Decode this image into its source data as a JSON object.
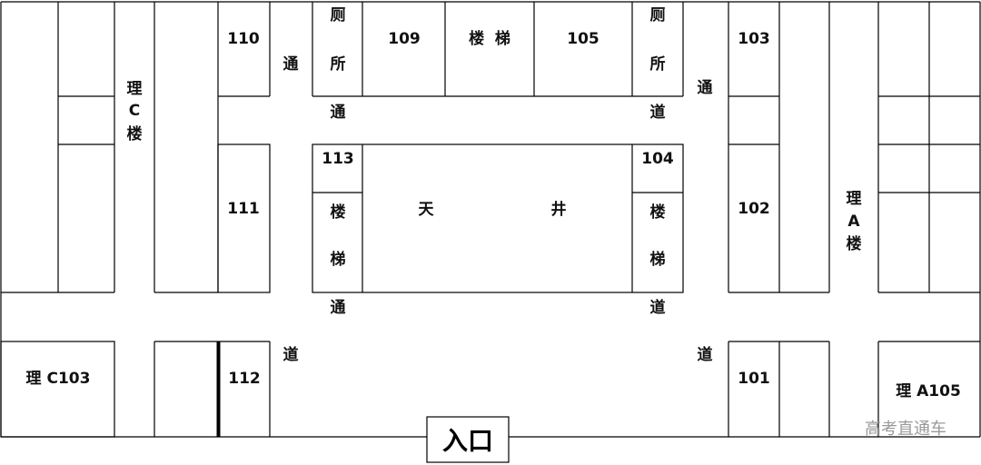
{
  "buildings": {
    "c_block": {
      "name": "理C楼",
      "name_chars": [
        "理",
        "C",
        "楼"
      ]
    },
    "a_block": {
      "name": "理A楼",
      "name_chars": [
        "理",
        "A",
        "楼"
      ]
    }
  },
  "rooms": {
    "c103": "理 C103",
    "a105": "理 A105",
    "r110": "110",
    "r111": "111",
    "r112": "112",
    "r109": "109",
    "r105": "105",
    "r113": "113",
    "r104": "104",
    "r103": "103",
    "r102": "102",
    "r101": "101"
  },
  "facilities": {
    "toilet_left_chars": [
      "厕",
      "所"
    ],
    "toilet_right_chars": [
      "厕",
      "所"
    ],
    "stairs_top": "楼  梯",
    "stairs_left_chars": [
      "楼",
      "梯"
    ],
    "stairs_right_chars": [
      "楼",
      "梯"
    ],
    "atrium_chars": [
      "天",
      "井"
    ]
  },
  "passages": {
    "left_vertical_chars": [
      "通",
      "道"
    ],
    "right_vertical_chars": [
      "通",
      "道"
    ],
    "upper_left_chars": [
      "通"
    ],
    "upper_right_chars": [
      "道"
    ],
    "lower_left_chars": [
      "通"
    ],
    "lower_right_chars": [
      "道"
    ]
  },
  "entrance": {
    "label": "入口"
  },
  "watermark": {
    "text": "高考直通车"
  },
  "colors": {
    "line": "#000000",
    "background": "#ffffff",
    "watermark": "#9a9a9a"
  }
}
